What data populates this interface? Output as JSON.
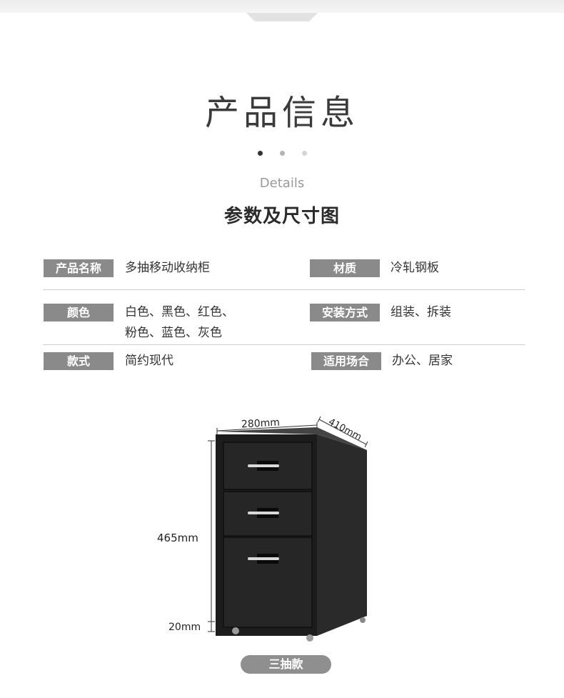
{
  "header": {
    "title": "产品信息",
    "subtitle_en": "Details",
    "section_title": "参数及尺寸图"
  },
  "specs": {
    "product_name": {
      "label": "产品名称",
      "value": "多抽移动收纳柜"
    },
    "material": {
      "label": "材质",
      "value": "冷轧钢板"
    },
    "color": {
      "label": "颜色",
      "value_line1": "白色、黑色、红色、",
      "value_line2": "粉色、蓝色、灰色"
    },
    "install": {
      "label": "安装方式",
      "value": "组装、拆装"
    },
    "style": {
      "label": "款式",
      "value": "简约现代"
    },
    "usage": {
      "label": "适用场合",
      "value": "办公、居家"
    }
  },
  "dimensions": {
    "width": "280mm",
    "depth": "410mm",
    "height": "465mm",
    "wheel_height": "20mm"
  },
  "model_badge": "三抽款",
  "colors": {
    "label_bg": "#8a8a8a",
    "cabinet": "#1c1c1c",
    "pill_bg": "#8f8f8f"
  }
}
